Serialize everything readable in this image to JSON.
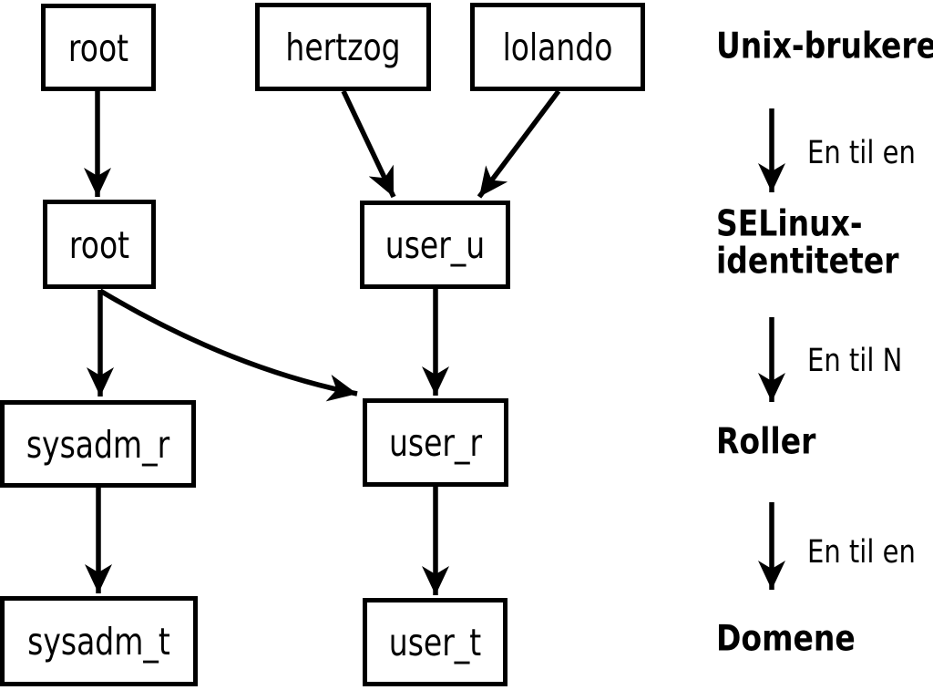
{
  "colors": {
    "foreground": "#000000",
    "background": "#ffffff"
  },
  "diagram": {
    "nodes": [
      {
        "label": "root"
      },
      {
        "label": "hertzog"
      },
      {
        "label": "lolando"
      },
      {
        "label": "root"
      },
      {
        "label": "user_u"
      },
      {
        "label": "sysadm_r"
      },
      {
        "label": "user_r"
      },
      {
        "label": "sysadm_t"
      },
      {
        "label": "user_t"
      }
    ],
    "edges": [
      {
        "from": "root (Unix)",
        "to": "root (SELinux)"
      },
      {
        "from": "hertzog",
        "to": "user_u"
      },
      {
        "from": "lolando",
        "to": "user_u"
      },
      {
        "from": "root (SELinux)",
        "to": "sysadm_r"
      },
      {
        "from": "root (SELinux)",
        "to": "user_r"
      },
      {
        "from": "user_u",
        "to": "user_r"
      },
      {
        "from": "sysadm_r",
        "to": "sysadm_t"
      },
      {
        "from": "user_r",
        "to": "user_t"
      }
    ]
  },
  "legend": {
    "levels": [
      {
        "label": "Unix-brukere",
        "lines": [
          "Unix-brukere"
        ]
      },
      {
        "label": "SELinux-identiteter",
        "lines": [
          "SELinux-",
          "identiteter"
        ]
      },
      {
        "label": "Roller",
        "lines": [
          "Roller"
        ]
      },
      {
        "label": "Domene",
        "lines": [
          "Domene"
        ]
      }
    ],
    "mappings": [
      {
        "label": "En til en"
      },
      {
        "label": "En til N"
      },
      {
        "label": "En til en"
      }
    ]
  }
}
